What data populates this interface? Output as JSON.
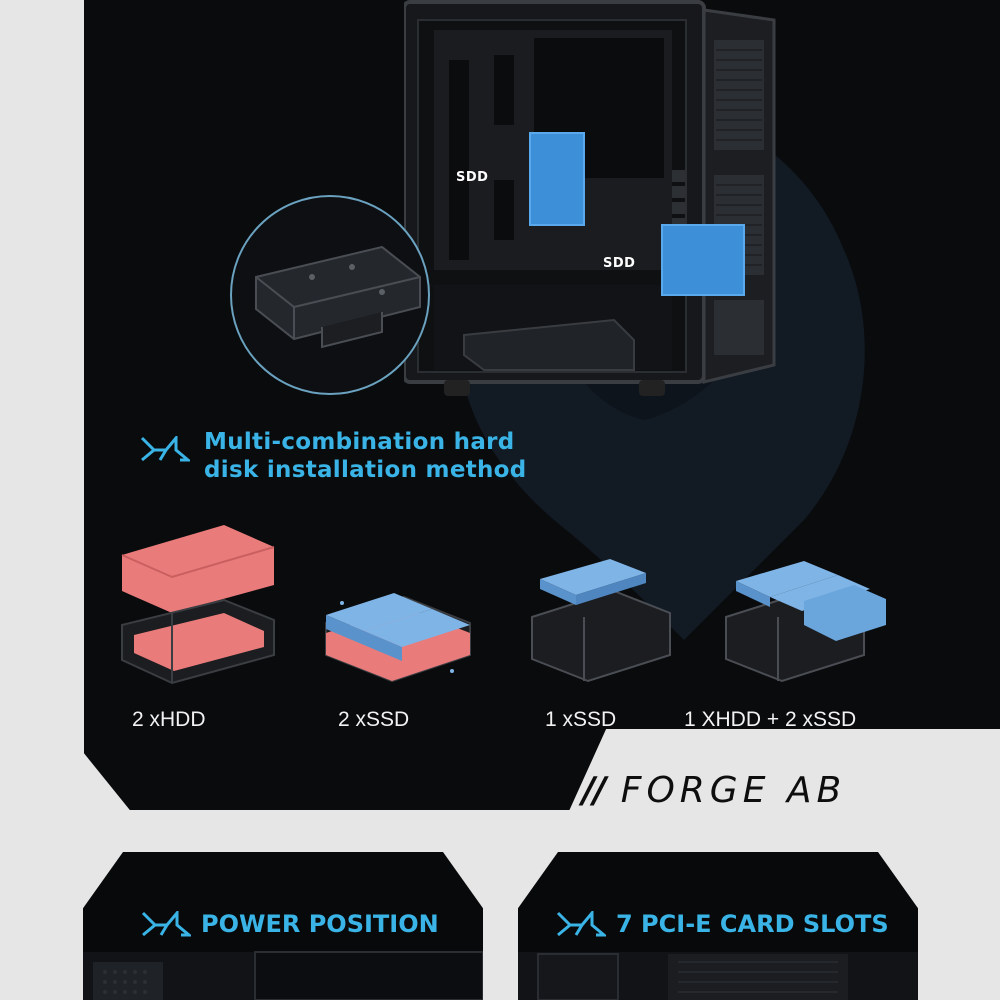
{
  "drives": {
    "upper_label": "SDD",
    "lower_label": "SDD"
  },
  "feature": {
    "title_line1": "Multi-combination hard",
    "title_line2": "disk installation method"
  },
  "options": [
    {
      "label": "2 xHDD"
    },
    {
      "label": "2 xSSD"
    },
    {
      "label": "1 xSSD"
    },
    {
      "label": "1 XHDD + 2 xSSD"
    }
  ],
  "brand": {
    "slash": "//",
    "name": "FORGE AB"
  },
  "cards": {
    "left_title": "POWER POSITION",
    "right_title": "7 PCI-E CARD SLOTS"
  },
  "colors": {
    "accent": "#3ab4e6",
    "ssd_blue": "#3d8fd8",
    "hdd_pink": "#ea7b7b",
    "panel_bg": "#0a0b0d",
    "page_bg": "#e6e6e6"
  }
}
